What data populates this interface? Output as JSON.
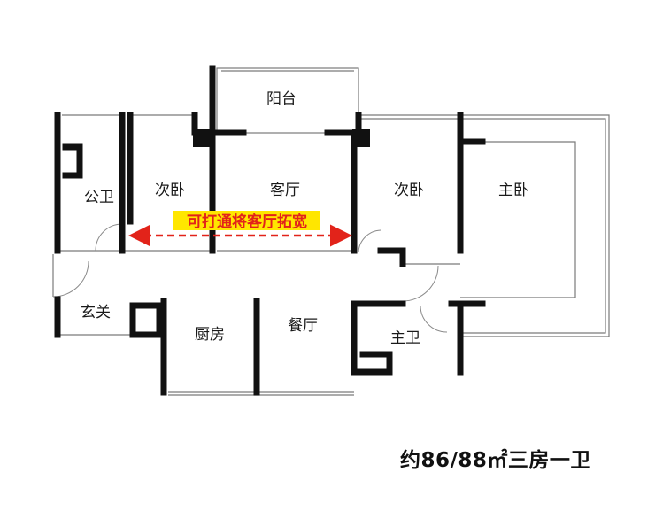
{
  "rooms": {
    "balcony": "阳台",
    "guest_bath": "公卫",
    "second_bedroom_left": "次卧",
    "living_room": "客厅",
    "second_bedroom_right": "次卧",
    "master_bedroom": "主卧",
    "entrance": "玄关",
    "kitchen": "厨房",
    "dining_room": "餐厅",
    "master_bath": "主卫"
  },
  "annotation": {
    "text": "可打通将客厅拓宽",
    "color": "#e2231a",
    "highlight_color": "#ffe600"
  },
  "caption": "约86/88㎡三房一卫"
}
